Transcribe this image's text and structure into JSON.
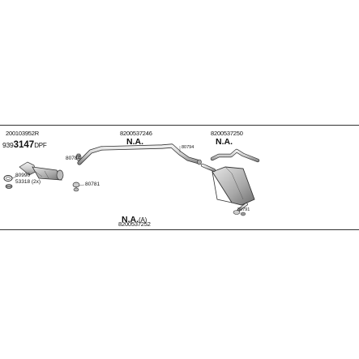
{
  "labels": {
    "top_left_part": "200103952R",
    "dpf_prefix": "939",
    "dpf_number": "3147",
    "dpf_suffix": "DPF",
    "mid_part": "8200537246",
    "mid_status": "N.A.",
    "right_part": "8200537250",
    "right_status": "N.A.",
    "small_80784": "80784",
    "small_80990": "80990",
    "small_53318": "53318 (2x)",
    "small_80781": "80781",
    "bottom_status": "N.A.",
    "bottom_suffix": "(A)",
    "bottom_part": "8200537252",
    "tiny_mid": "80794",
    "tiny_right": "80791"
  },
  "colors": {
    "line": "#333333",
    "part_fill": "#d9d9d9",
    "part_dark": "#7a7a7a"
  }
}
